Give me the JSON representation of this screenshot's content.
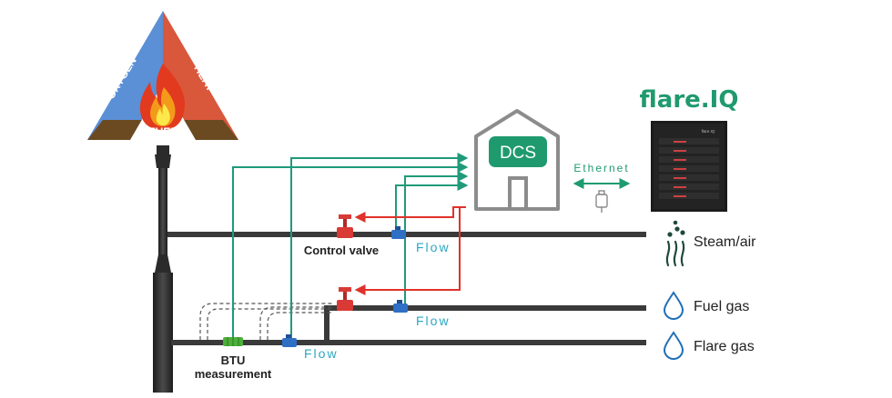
{
  "fire_triangle": {
    "oxygen": "OXYGEN",
    "heat": "HEAT",
    "fuel": "FUEL",
    "colors": {
      "oxygen": "#5b8fd6",
      "heat": "#d9573b",
      "fuel": "#6b4a22"
    }
  },
  "dcs": {
    "label": "DCS",
    "color": "#1f9a6f"
  },
  "ethernet": {
    "label": "Ethernet",
    "icon": "ethernet-plug-icon"
  },
  "flare_iq": {
    "brand": "flare.IQ",
    "unit_tag": "flare.IQ",
    "color": "#1f9a6f"
  },
  "labels": {
    "control_valve": "Control valve",
    "flow_top": "Flow",
    "flow_middle": "Flow",
    "flow_bottom": "Flow",
    "btu_line1": "BTU",
    "btu_line2": "measurement"
  },
  "legend": [
    {
      "label": "Steam/air",
      "icon": "steam-icon"
    },
    {
      "label": "Fuel gas",
      "icon": "droplet-icon"
    },
    {
      "label": "Flare gas",
      "icon": "droplet-icon"
    }
  ],
  "colors": {
    "pipe": "#3a3a3a",
    "signal_line": "#1f9a7a",
    "control_line": "#e0312a",
    "flow_text": "#2aa8c4",
    "valve_red": "#d93a36",
    "flow_meter_blue": "#2f6fc4",
    "btu_green": "#4caf3a"
  }
}
